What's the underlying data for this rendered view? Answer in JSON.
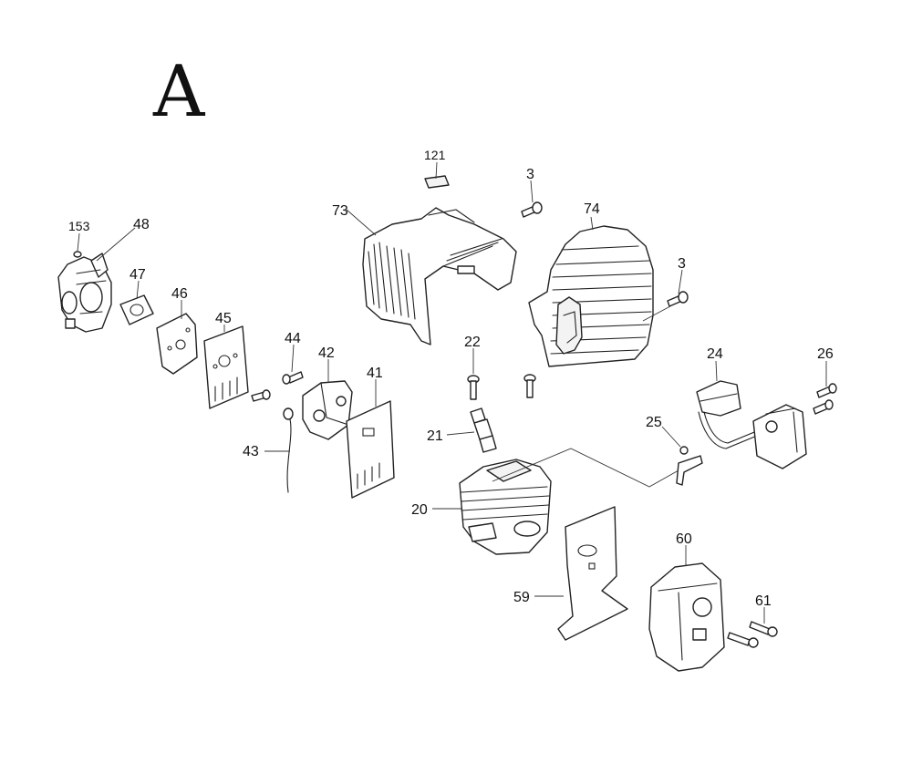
{
  "section_letter": "A",
  "callouts": {
    "p121": "121",
    "p3a": "3",
    "p3b": "3",
    "p73": "73",
    "p74": "74",
    "p153": "153",
    "p48": "48",
    "p47": "47",
    "p46": "46",
    "p45": "45",
    "p44": "44",
    "p42": "42",
    "p41": "41",
    "p43": "43",
    "p22": "22",
    "p21": "21",
    "p20": "20",
    "p24": "24",
    "p26": "26",
    "p25": "25",
    "p59": "59",
    "p60": "60",
    "p61": "61"
  }
}
